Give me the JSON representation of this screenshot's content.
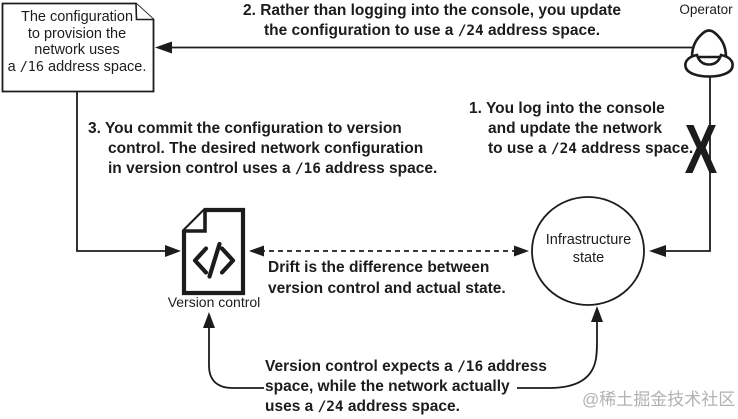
{
  "colors": {
    "ink": "#1c1c1c",
    "watermark": "#b3b1b1",
    "background": "#ffffff"
  },
  "config_note": {
    "line1": "The configuration",
    "line2": "to provision the",
    "line3": "network uses",
    "line4_pre": "a ",
    "line4_mono": "/16",
    "line4_post": " address space."
  },
  "step2": {
    "line1": "2. Rather than logging into the console, you update",
    "line2_pre": "the configuration to use a ",
    "line2_mono": "/24",
    "line2_post": " address space."
  },
  "operator": {
    "label": "Operator"
  },
  "step1": {
    "line1": "1. You log into the console",
    "line2": "and update the network",
    "line3_pre": "to use a ",
    "line3_mono": "/24",
    "line3_post": " address space."
  },
  "x_mark": "X",
  "step3": {
    "line1": "3. You commit the configuration to version",
    "line2": "control. The desired network configuration",
    "line3_pre": "in version control uses a ",
    "line3_mono": "/16",
    "line3_post": " address space."
  },
  "version_control": {
    "label": "Version control"
  },
  "infrastructure": {
    "line1": "Infrastructure",
    "line2": "state"
  },
  "drift": {
    "line1": "Drift is the difference between",
    "line2": "version control and actual state."
  },
  "bottom_note": {
    "line1_pre": "Version control expects a ",
    "line1_mono": "/16",
    "line1_post": " address",
    "line2": "space, while the network actually",
    "line3_pre": "uses a ",
    "line3_mono": "/24",
    "line3_post": " address space."
  },
  "watermark": "@稀土掘金技术社区"
}
